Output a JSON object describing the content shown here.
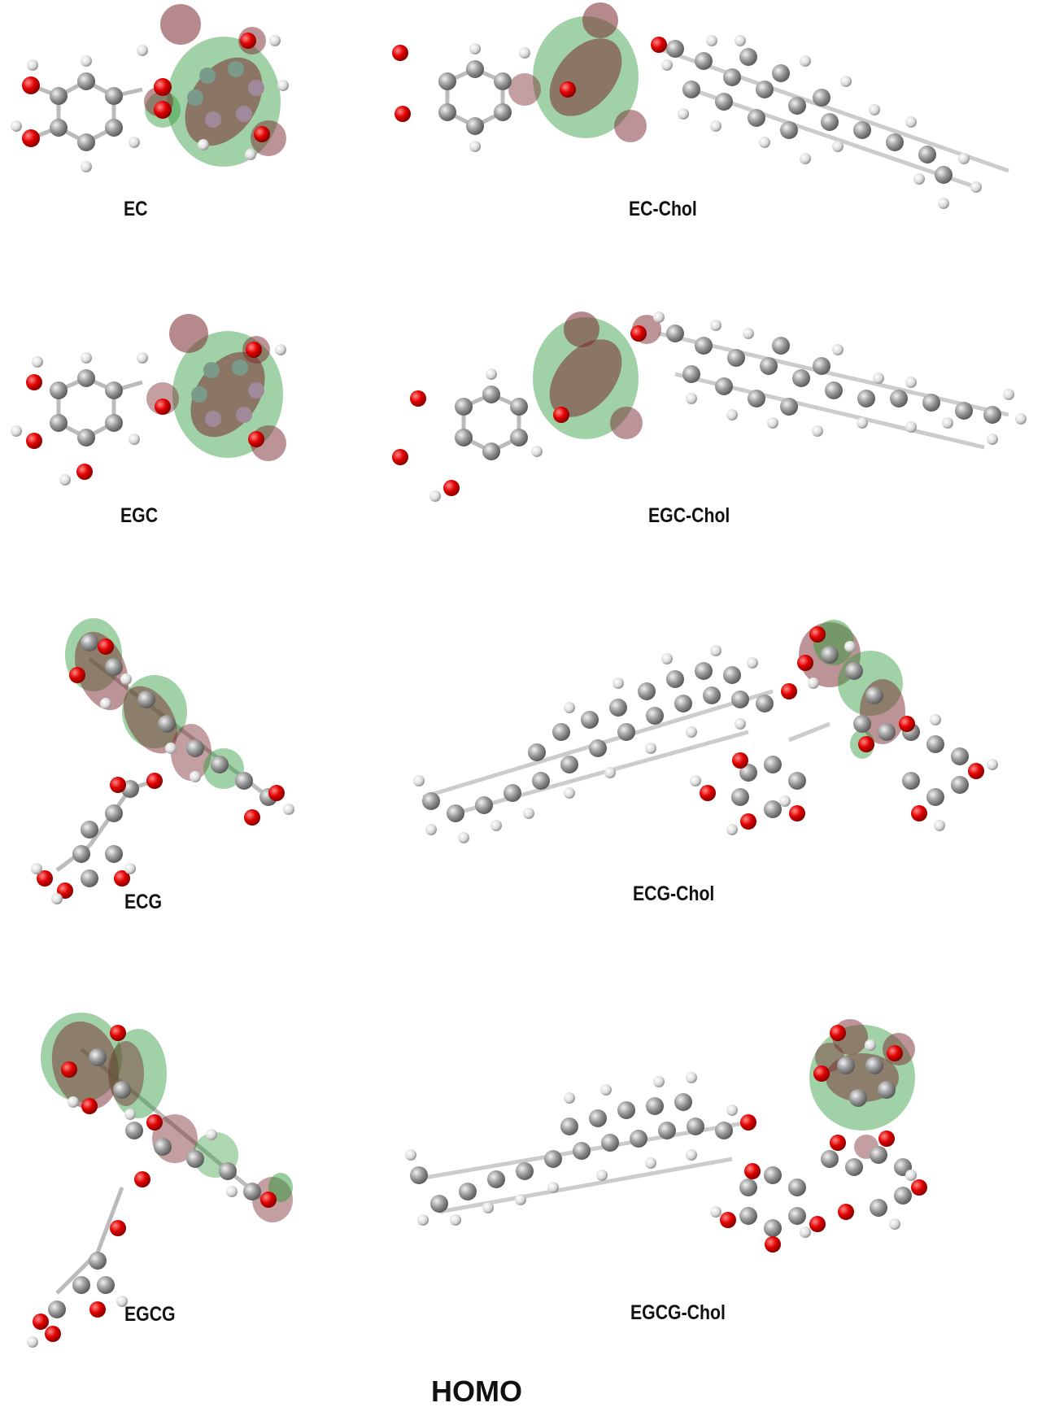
{
  "figure": {
    "title": "HOMO",
    "colors": {
      "orbital_positive": "#7a2a30",
      "orbital_negative": "#2f9a3a",
      "oxygen": "#e00000",
      "carbon": "#8c8c8c",
      "hydrogen": "#e8e8e8"
    },
    "panels": [
      {
        "id": "ec",
        "label": "EC"
      },
      {
        "id": "ec-chol",
        "label": "EC-Chol"
      },
      {
        "id": "egc",
        "label": "EGC"
      },
      {
        "id": "egc-chol",
        "label": "EGC-Chol"
      },
      {
        "id": "ecg",
        "label": "ECG"
      },
      {
        "id": "ecg-chol",
        "label": "ECG-Chol"
      },
      {
        "id": "egcg",
        "label": "EGCG"
      },
      {
        "id": "egcg-chol",
        "label": "EGCG-Chol"
      }
    ]
  }
}
